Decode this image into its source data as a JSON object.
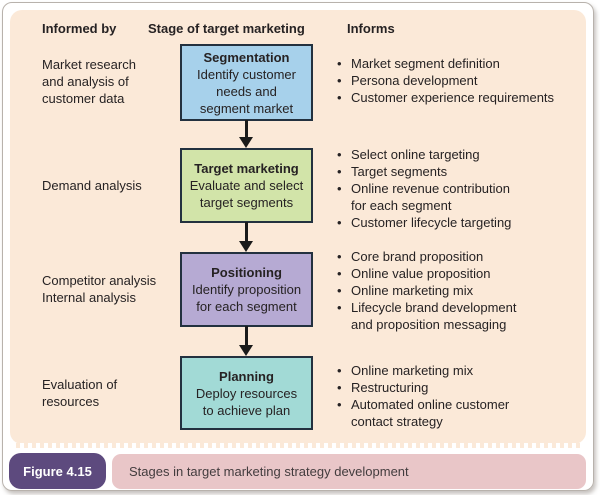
{
  "palette": {
    "panel_bg": "#fbe9d8",
    "box_border": "#23313f",
    "arrow": "#1a1a1a",
    "text": "#262223",
    "caption_bar_bg": "#e9c6c8",
    "caption_text": "#433c3e",
    "figure_badge_bg": "#5d4a7e",
    "figure_badge_text": "#ffffff"
  },
  "headers": {
    "informed_by": "Informed by",
    "stage": "Stage of target marketing",
    "informs": "Informs"
  },
  "bullet_char": "•",
  "rows": [
    {
      "informed_by": "Market research\nand analysis of\ncustomer data",
      "stage_title": "Segmentation",
      "stage_body": "Identify customer\nneeds and\nsegment market",
      "stage_color": "#a7d1eb",
      "informs": [
        "Market segment definition",
        "Persona development",
        "Customer experience requirements"
      ]
    },
    {
      "informed_by": "Demand analysis",
      "stage_title": "Target marketing",
      "stage_body": "Evaluate and select\ntarget segments",
      "stage_color": "#d2e4a9",
      "informs": [
        "Select online targeting",
        "Target segments",
        "Online revenue contribution\nfor each segment",
        "Customer lifecycle targeting"
      ]
    },
    {
      "informed_by": "Competitor analysis\nInternal analysis",
      "stage_title": "Positioning",
      "stage_body": "Identify proposition\nfor each segment",
      "stage_color": "#b6aad3",
      "informs": [
        "Core brand proposition",
        "Online value proposition",
        "Online marketing mix",
        "Lifecycle brand development\nand proposition messaging"
      ]
    },
    {
      "informed_by": "Evaluation of\nresources",
      "stage_title": "Planning",
      "stage_body": "Deploy resources\nto achieve plan",
      "stage_color": "#a2dad6",
      "informs": [
        "Online marketing mix",
        "Restructuring",
        "Automated online customer\ncontact strategy"
      ]
    }
  ],
  "figure": {
    "label": "Figure 4.15",
    "caption": "Stages in target marketing strategy development"
  }
}
